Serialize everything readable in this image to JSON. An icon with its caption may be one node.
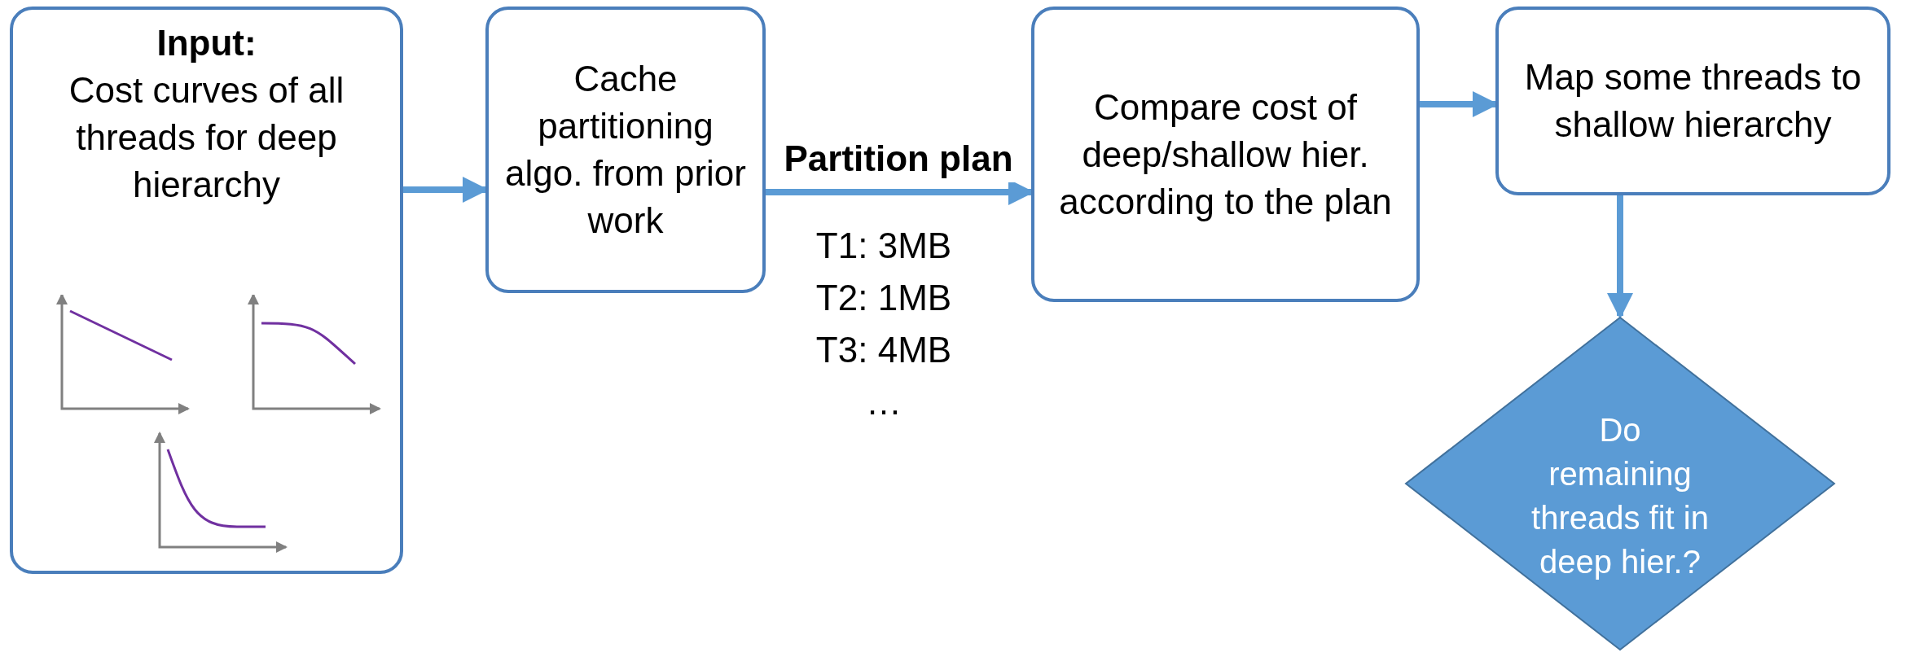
{
  "diagram": {
    "nodes": [
      {
        "text": [
          "Input:",
          "Cost curves of all threads for deep hierarchy"
        ]
      },
      {
        "text": [
          "Cache partitioning algo. from prior work"
        ]
      },
      {
        "text": [
          "Compare cost of deep/shallow hier. according to the plan"
        ]
      },
      {
        "text": [
          "Map some threads to shallow hierarchy"
        ]
      },
      {
        "text": [
          "Do remaining threads fit in deep hier.?"
        ]
      }
    ],
    "edges": [
      {
        "from": 0,
        "to": 1,
        "arrow": "to"
      },
      {
        "from": 1,
        "to": 2,
        "arrow": "to",
        "label": "Partition plan"
      },
      {
        "from": 2,
        "to": 3,
        "arrow": "to"
      },
      {
        "from": 3,
        "to": 4,
        "arrow": "to"
      }
    ],
    "labels": [
      "T1: 3MB",
      "T2: 1MB",
      "T3: 4MB",
      "…"
    ]
  }
}
